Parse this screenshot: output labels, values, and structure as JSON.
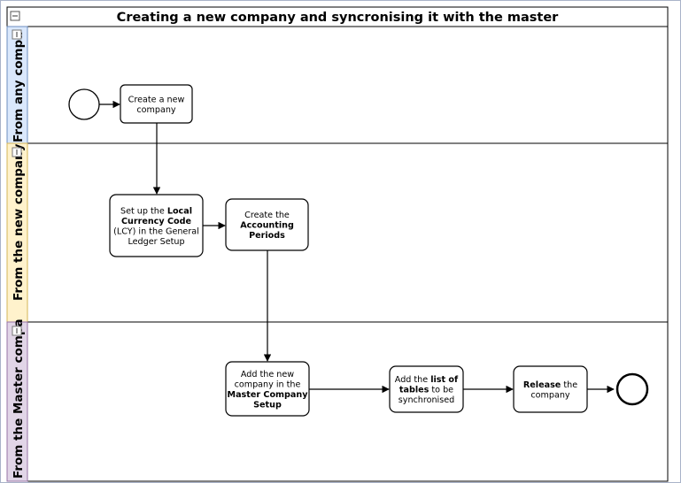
{
  "pool": {
    "title": "Creating a new company and syncronising it with the master",
    "collapse_glyph": "⊟"
  },
  "lanes": [
    {
      "label": "From any compa",
      "glyph": "⊟",
      "color": "#dae8fc",
      "border": "#6c8ebf"
    },
    {
      "label": "From the new company",
      "glyph": "⊟",
      "color": "#fff2cc",
      "border": "#d6b656"
    },
    {
      "label": "From the Master compa",
      "glyph": "⊟",
      "color": "#e1d5e7",
      "border": "#9673a6"
    }
  ],
  "nodes": {
    "create_company": [
      [
        {
          "t": "Create a new",
          "b": false
        }
      ],
      [
        {
          "t": "company",
          "b": false
        }
      ]
    ],
    "setup_lcy": [
      [
        {
          "t": "Set up the ",
          "b": false
        },
        {
          "t": "Local",
          "b": true
        }
      ],
      [
        {
          "t": "Currency Code",
          "b": true
        }
      ],
      [
        {
          "t": "(LCY) in the General",
          "b": false
        }
      ],
      [
        {
          "t": "Ledger Setup",
          "b": false
        }
      ]
    ],
    "create_periods": [
      [
        {
          "t": "Create the",
          "b": false
        }
      ],
      [
        {
          "t": "Accounting",
          "b": true
        }
      ],
      [
        {
          "t": "Periods",
          "b": true
        }
      ]
    ],
    "add_company_master": [
      [
        {
          "t": "Add the new",
          "b": false
        }
      ],
      [
        {
          "t": "company in the",
          "b": false
        }
      ],
      [
        {
          "t": "Master Company",
          "b": true
        }
      ],
      [
        {
          "t": "Setup",
          "b": true
        }
      ]
    ],
    "add_tables": [
      [
        {
          "t": "Add the ",
          "b": false
        },
        {
          "t": "list of",
          "b": true
        }
      ],
      [
        {
          "t": "tables",
          "b": true
        },
        {
          "t": " to be",
          "b": false
        }
      ],
      [
        {
          "t": "synchronised",
          "b": false
        }
      ]
    ],
    "release_company": [
      [
        {
          "t": "Release",
          "b": true
        },
        {
          "t": " the",
          "b": false
        }
      ],
      [
        {
          "t": "company",
          "b": false
        }
      ]
    ]
  }
}
